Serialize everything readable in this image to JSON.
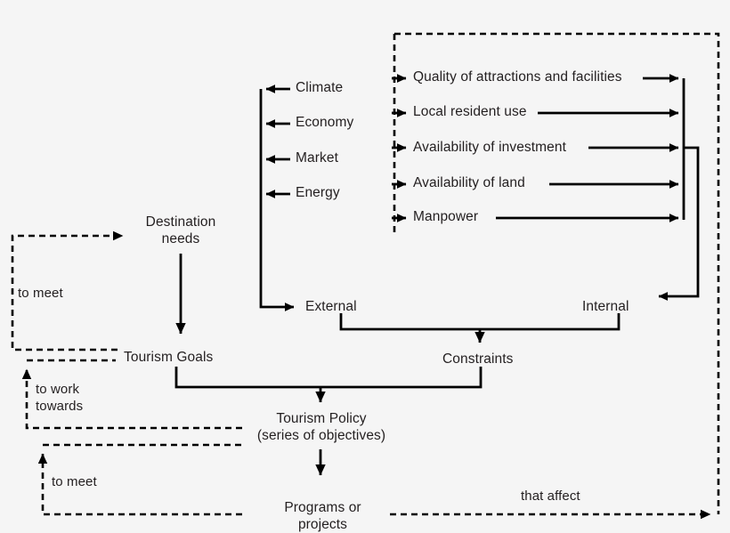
{
  "diagram": {
    "title": "Tourism planning feedback process diagram",
    "background_color": "#f5f5f5",
    "line_color": "#000000",
    "text_color": "#231f20",
    "external_factors": [
      {
        "label": "Climate"
      },
      {
        "label": "Economy"
      },
      {
        "label": "Market"
      },
      {
        "label": "Energy"
      }
    ],
    "internal_factors": [
      {
        "label": "Quality of attractions and facilities"
      },
      {
        "label": "Local resident use"
      },
      {
        "label": "Availability of investment"
      },
      {
        "label": "Availability of land"
      },
      {
        "label": "Manpower"
      }
    ],
    "nodes": {
      "external": "External",
      "internal": "Internal",
      "destination_needs_line1": "Destination",
      "destination_needs_line2": "needs",
      "tourism_goals": "Tourism Goals",
      "constraints": "Constraints",
      "tourism_policy_line1": "Tourism Policy",
      "tourism_policy_line2": "(series of objectives)",
      "programs_line1": "Programs or",
      "programs_line2": "projects"
    },
    "annotations": {
      "to_meet_upper": "to meet",
      "to_work_towards_line1": "to work",
      "to_work_towards_line2": "towards",
      "to_meet_lower": "to meet",
      "that_affect": "that affect"
    }
  }
}
